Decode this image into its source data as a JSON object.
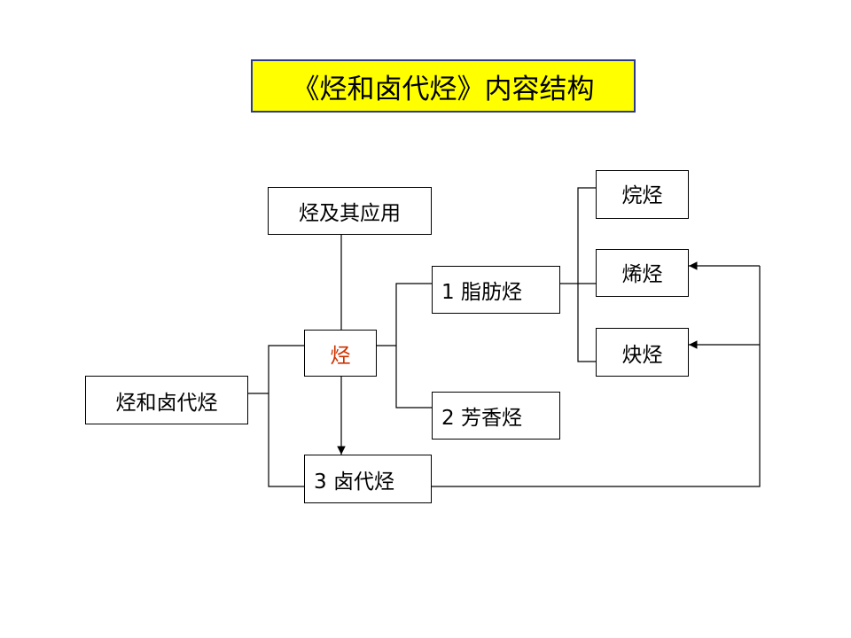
{
  "title": "《烃和卤代烃》内容结构",
  "nodes": {
    "root": "烃和卤代烃",
    "hydrocarbon": "烃",
    "applications": "烃及其应用",
    "aliphatic": "1  脂肪烃",
    "aromatic": "2  芳香烃",
    "halo": "3  卤代烃",
    "alkane": "烷烃",
    "alkene": "烯烃",
    "alkyne": "炔烃"
  },
  "colors": {
    "title_bg": "#ffff00",
    "title_border": "#2b3a8c",
    "highlight_text": "#cc3300",
    "line": "#000000"
  }
}
